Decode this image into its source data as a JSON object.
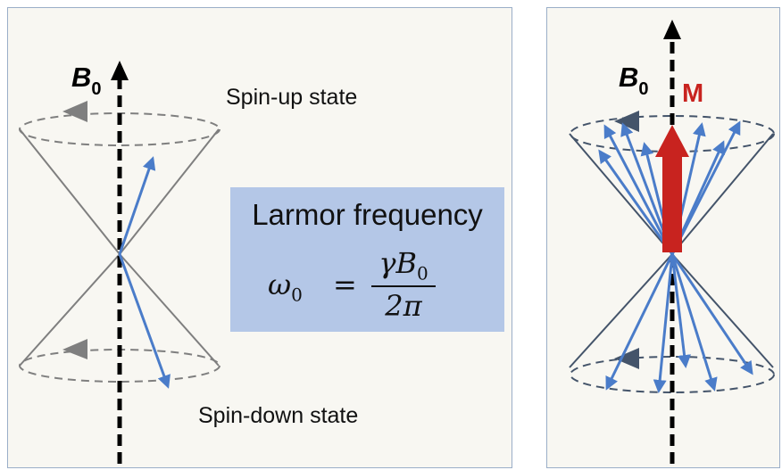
{
  "left_panel": {
    "field_symbol": "B",
    "field_subscript": "0",
    "spin_up_label": "Spin-up state",
    "spin_down_label": "Spin-down state"
  },
  "larmor": {
    "title": "Larmor frequency",
    "omega": "ω",
    "omega_sub": "0",
    "equals": "=",
    "numerator": "γB",
    "numerator_sub": "0",
    "denominator": "2π"
  },
  "right_panel": {
    "field_symbol": "B",
    "field_subscript": "0",
    "magnetization_label": "M"
  },
  "colors": {
    "spin_vector": "#4a7cc9",
    "magnetization": "#c8231f",
    "formula_box": "#b4c7e7",
    "cone_left": "#7f7f7f",
    "cone_right": "#44546a"
  }
}
